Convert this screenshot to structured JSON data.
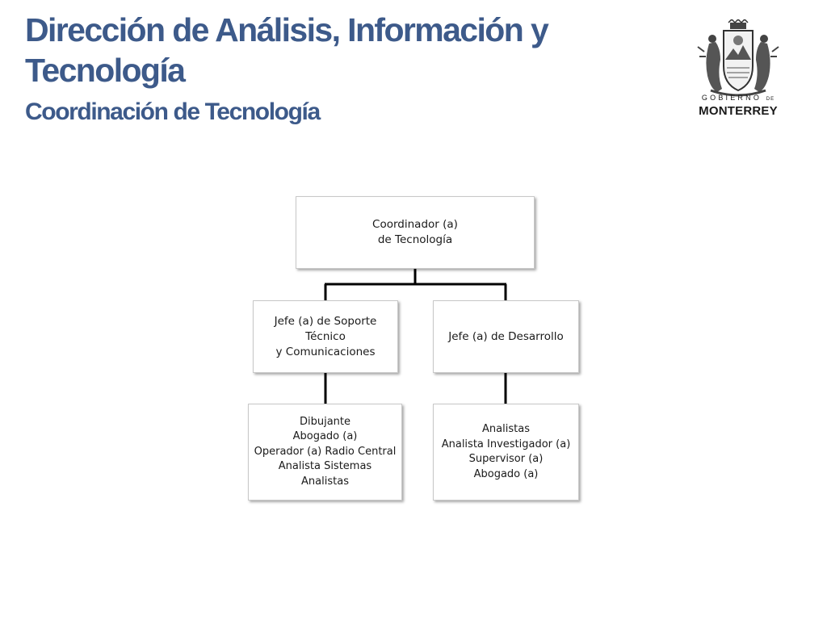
{
  "header": {
    "title": "Dirección de Análisis, Información y Tecnología",
    "subtitle": "Coordinación de Tecnología"
  },
  "logo": {
    "line1": "GOBIERNO",
    "line1_suffix": "DE",
    "line2": "MONTERREY"
  },
  "org_chart": {
    "root": "Coordinador (a)\nde Tecnología",
    "soporte": "Jefe (a) de Soporte\nTécnico\ny Comunicaciones",
    "desarrollo": "Jefe (a) de Desarrollo",
    "soporte_staff": "Dibujante\nAbogado (a)\nOperador (a) Radio Central\nAnalista Sistemas\nAnalistas",
    "desarrollo_staff": "Analistas\nAnalista Investigador (a)\nSupervisor (a)\nAbogado (a)"
  },
  "colors": {
    "title": "#3d5a8a",
    "connector": "#000000",
    "box_border": "#c8c8c8"
  }
}
